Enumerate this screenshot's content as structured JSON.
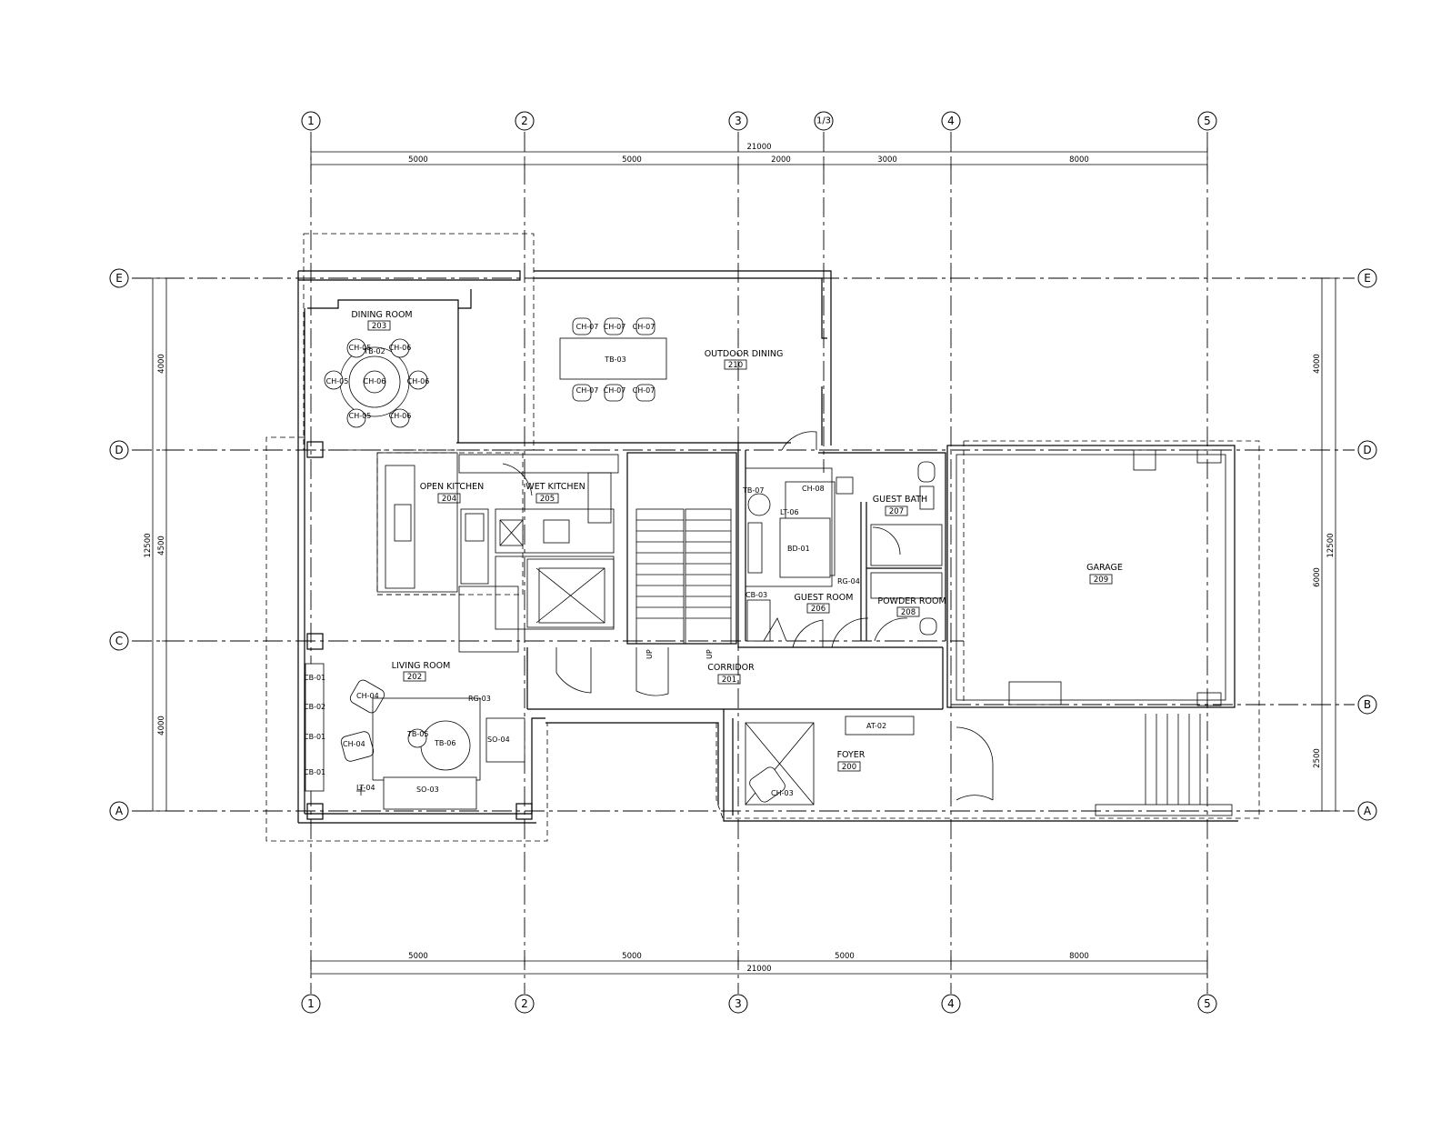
{
  "grid": {
    "columns": [
      "1",
      "2",
      "3",
      "1/3",
      "4",
      "5"
    ],
    "rows": [
      "E",
      "D",
      "C",
      "B",
      "A"
    ]
  },
  "dimensions": {
    "top_total": "21000",
    "top_segments": [
      "5000",
      "5000",
      "2000",
      "3000",
      "8000"
    ],
    "bottom_total": "21000",
    "bottom_segments": [
      "5000",
      "5000",
      "5000",
      "8000"
    ],
    "left_total": "12500",
    "left_segments": [
      "4000",
      "4500",
      "4000"
    ],
    "right_total": "12500",
    "right_segments": [
      "4000",
      "6000",
      "2500"
    ]
  },
  "rooms": [
    {
      "name": "DINING ROOM",
      "number": "203"
    },
    {
      "name": "OUTDOOR DINING",
      "number": "210"
    },
    {
      "name": "OPEN KITCHEN",
      "number": "204"
    },
    {
      "name": "WET KITCHEN",
      "number": "205"
    },
    {
      "name": "GUEST BATH",
      "number": "207"
    },
    {
      "name": "GARAGE",
      "number": "209"
    },
    {
      "name": "GUEST ROOM",
      "number": "206"
    },
    {
      "name": "POWDER ROOM",
      "number": "208"
    },
    {
      "name": "LIVING ROOM",
      "number": "202"
    },
    {
      "name": "CORRIDOR",
      "number": "201"
    },
    {
      "name": "FOYER",
      "number": "200"
    }
  ],
  "tags": {
    "ch07": "CH-07",
    "tb03": "TB-03",
    "ch08": "CH-08",
    "ch05": "CH-05",
    "ch06": "CH-06",
    "tb02": "TB-02",
    "tb07": "TB-07",
    "lt06": "LT-06",
    "bd01": "BD-01",
    "rg04": "RG-04",
    "cb03": "CB-03",
    "cb01": "CB-01",
    "cb02": "CB-02",
    "ch04": "CH-04",
    "rg03": "RG-03",
    "tb05": "TB-05",
    "tb06": "TB-06",
    "so04": "SO-04",
    "so03": "SO-03",
    "lt04": "LT-04",
    "at02": "AT-02",
    "ch03": "CH-03",
    "up": "UP"
  }
}
